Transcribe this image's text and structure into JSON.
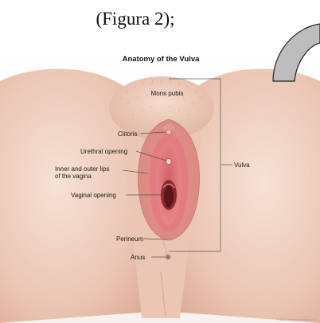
{
  "page_caption": {
    "partial_line": "",
    "text": "(Figura 2);"
  },
  "illustration": {
    "title": "Anatomy of the Vulva",
    "labels": {
      "mons_pubis": "Mons pubis",
      "clitoris": "Clitoris",
      "urethral_opening": "Urethral opening",
      "lips_line1": "Inner and outer lips",
      "lips_line2": "of the vagina",
      "vaginal_opening": "Vaginal opening",
      "vulva": "Vulva",
      "perineum": "Perineum",
      "anus": "Anus"
    },
    "copyright": "© 2014 Terese Winslow LLC"
  },
  "colors": {
    "skin_light": "#f3d9cb",
    "skin_mid": "#e9bda8",
    "skin_shadow": "#d29a82",
    "outer_lips": "#dd8f88",
    "inner_lips": "#e87f80",
    "vestibule": "#c9505a",
    "vaginal_opening": "#7a1e26",
    "hair": "#a88a72",
    "leader_line": "#555555",
    "callout_fill": "#bdbdbd",
    "callout_stroke": "#222222"
  }
}
